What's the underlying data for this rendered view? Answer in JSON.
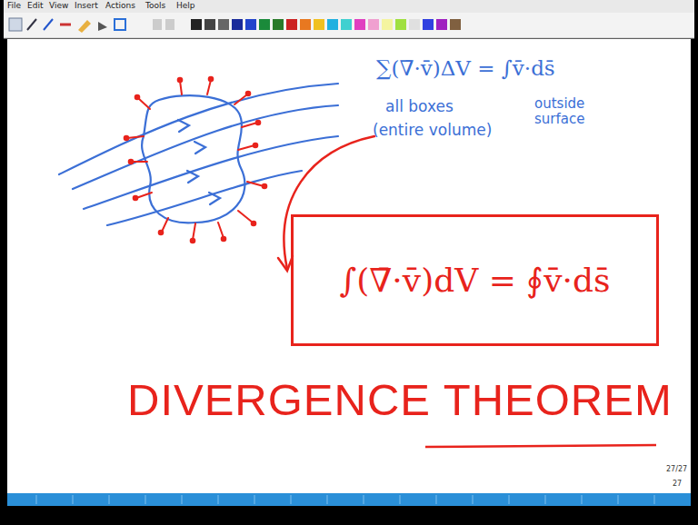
{
  "diagram": {
    "nodes": [
      {
        "text": [
          "∫(∇̄·v̄)dV = ∮v̄·ds̄"
        ]
      }
    ],
    "labels": [
      "File",
      "Edit",
      "View",
      "Insert",
      "Actions",
      "Tools",
      "Help",
      "∑(∇̄·v̄)ΔV = ∫v̄·ds̄",
      "all boxes",
      "(entire volume)",
      "outside surface",
      "DIVERGENCE THEOREM",
      "27/27",
      "27"
    ]
  }
}
